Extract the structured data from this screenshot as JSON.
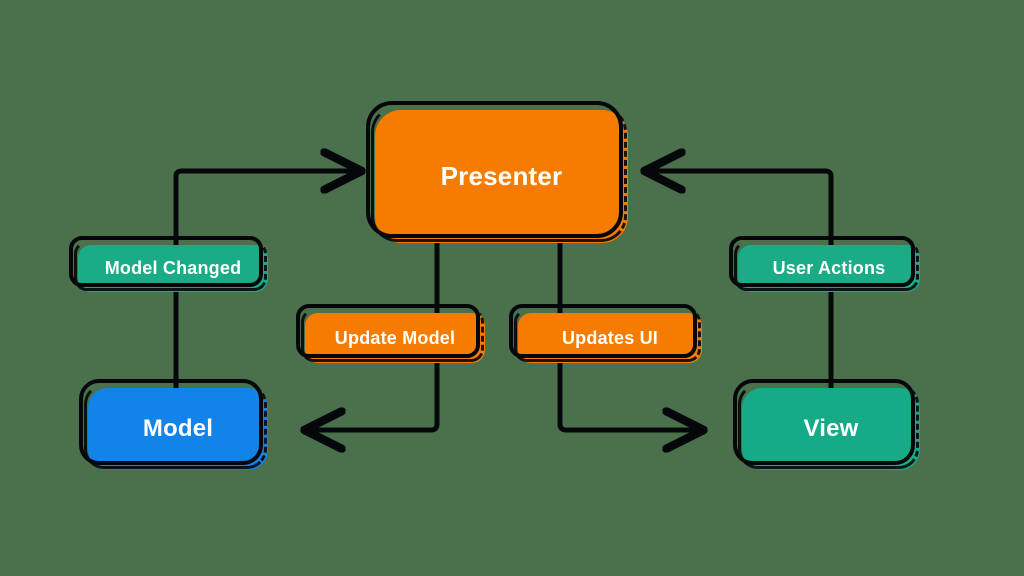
{
  "diagram": {
    "type": "mvp-architecture-flow",
    "background_color": "#4a704c",
    "nodes": [
      {
        "id": "presenter",
        "label": "Presenter",
        "color": "#f57c00",
        "role": "primary"
      },
      {
        "id": "model",
        "label": "Model",
        "color": "#1283e8",
        "role": "primary"
      },
      {
        "id": "view",
        "label": "View",
        "color": "#16ab87",
        "role": "primary"
      },
      {
        "id": "model-changed",
        "label": "Model Changed",
        "color": "#1aab87",
        "role": "edge-label"
      },
      {
        "id": "user-actions",
        "label": "User Actions",
        "color": "#1aab87",
        "role": "edge-label"
      },
      {
        "id": "update-model",
        "label": "Update Model",
        "color": "#f57c00",
        "role": "edge-label"
      },
      {
        "id": "updates-ui",
        "label": "Updates UI",
        "color": "#f57c00",
        "role": "edge-label"
      }
    ],
    "edges": [
      {
        "id": "model-to-presenter",
        "from": "model",
        "to": "presenter",
        "label": "Model Changed",
        "direction": "up-right"
      },
      {
        "id": "view-to-presenter",
        "from": "view",
        "to": "presenter",
        "label": "User Actions",
        "direction": "up-left"
      },
      {
        "id": "presenter-to-model",
        "from": "presenter",
        "to": "model",
        "label": "Update Model",
        "direction": "down-left"
      },
      {
        "id": "presenter-to-view",
        "from": "presenter",
        "to": "view",
        "label": "Updates UI",
        "direction": "down-right"
      }
    ],
    "stroke_color": "#05070a",
    "text_color": "#ffffff"
  }
}
